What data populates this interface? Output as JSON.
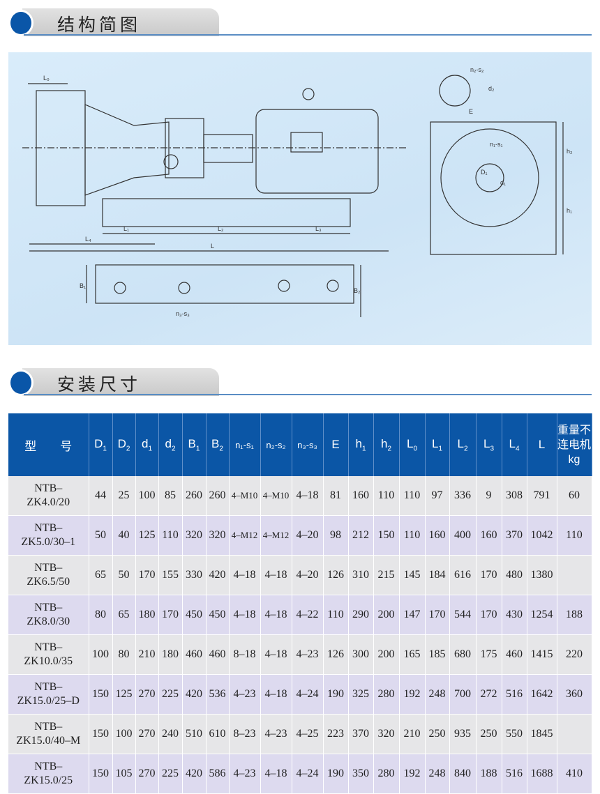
{
  "section1": {
    "title": "结构简图"
  },
  "section2": {
    "title": "安装尺寸"
  },
  "drawing_labels": {
    "L0": "L₀",
    "L1": "L₁",
    "L2": "L₂",
    "L3": "L₃",
    "L4": "L₄",
    "L": "L",
    "B1": "B₁",
    "B2": "B₂",
    "n3s3": "n₃-s₃",
    "n2s2": "n₂-s₂",
    "n1s1": "n₁-s₁",
    "d2": "d₂",
    "d1": "d₁",
    "D1": "D₁",
    "E": "E",
    "h1": "h₁",
    "h2": "h₂"
  },
  "table": {
    "headers": [
      {
        "main": "型　　号"
      },
      {
        "main": "D",
        "sub": "1"
      },
      {
        "main": "D",
        "sub": "2"
      },
      {
        "main": "d",
        "sub": "1"
      },
      {
        "main": "d",
        "sub": "2"
      },
      {
        "main": "B",
        "sub": "1"
      },
      {
        "main": "B",
        "sub": "2"
      },
      {
        "main": "n₁-s₁"
      },
      {
        "main": "n₂-s₂"
      },
      {
        "main": "n₃-s₃"
      },
      {
        "main": "E"
      },
      {
        "main": "h",
        "sub": "1"
      },
      {
        "main": "h",
        "sub": "2"
      },
      {
        "main": "L",
        "sub": "0"
      },
      {
        "main": "L",
        "sub": "1"
      },
      {
        "main": "L",
        "sub": "2"
      },
      {
        "main": "L",
        "sub": "3"
      },
      {
        "main": "L",
        "sub": "4"
      },
      {
        "main": "L"
      },
      {
        "main": "重量不连电机kg"
      }
    ],
    "rows": [
      {
        "model": [
          "NTB–",
          "ZK4.0/20"
        ],
        "cells": [
          "44",
          "25",
          "100",
          "85",
          "260",
          "260",
          "4–M10",
          "4–M10",
          "4–18",
          "81",
          "160",
          "110",
          "110",
          "97",
          "336",
          "9",
          "308",
          "791",
          "60"
        ]
      },
      {
        "model": [
          "NTB–",
          "ZK5.0/30–1"
        ],
        "cells": [
          "50",
          "40",
          "125",
          "110",
          "320",
          "320",
          "4–M12",
          "4–M12",
          "4–20",
          "98",
          "212",
          "150",
          "110",
          "160",
          "400",
          "160",
          "370",
          "1042",
          "110"
        ]
      },
      {
        "model": [
          "NTB–",
          "ZK6.5/50"
        ],
        "cells": [
          "65",
          "50",
          "170",
          "155",
          "330",
          "420",
          "4–18",
          "4–18",
          "4–20",
          "126",
          "310",
          "215",
          "145",
          "184",
          "616",
          "170",
          "480",
          "1380",
          ""
        ]
      },
      {
        "model": [
          "NTB–",
          "ZK8.0/30"
        ],
        "cells": [
          "80",
          "65",
          "180",
          "170",
          "450",
          "450",
          "4–18",
          "4–18",
          "4–22",
          "110",
          "290",
          "200",
          "147",
          "170",
          "544",
          "170",
          "430",
          "1254",
          "188"
        ]
      },
      {
        "model": [
          "NTB–",
          "ZK10.0/35"
        ],
        "cells": [
          "100",
          "80",
          "210",
          "180",
          "460",
          "460",
          "8–18",
          "4–18",
          "4–23",
          "126",
          "300",
          "200",
          "165",
          "185",
          "680",
          "175",
          "460",
          "1415",
          "220"
        ]
      },
      {
        "model": [
          "NTB–",
          "ZK15.0/25–D"
        ],
        "cells": [
          "150",
          "125",
          "270",
          "225",
          "420",
          "536",
          "4–23",
          "4–18",
          "4–24",
          "190",
          "325",
          "280",
          "192",
          "248",
          "700",
          "272",
          "516",
          "1642",
          "360"
        ]
      },
      {
        "model": [
          "NTB–",
          "ZK15.0/40–M"
        ],
        "cells": [
          "150",
          "100",
          "270",
          "240",
          "510",
          "610",
          "8–23",
          "4–23",
          "4–25",
          "223",
          "370",
          "320",
          "210",
          "250",
          "935",
          "250",
          "550",
          "1845",
          ""
        ]
      },
      {
        "model": [
          "NTB–",
          "ZK15.0/25"
        ],
        "cells": [
          "150",
          "105",
          "270",
          "225",
          "420",
          "586",
          "4–23",
          "4–18",
          "4–24",
          "190",
          "350",
          "280",
          "192",
          "248",
          "840",
          "188",
          "516",
          "1688",
          "410"
        ]
      }
    ]
  }
}
